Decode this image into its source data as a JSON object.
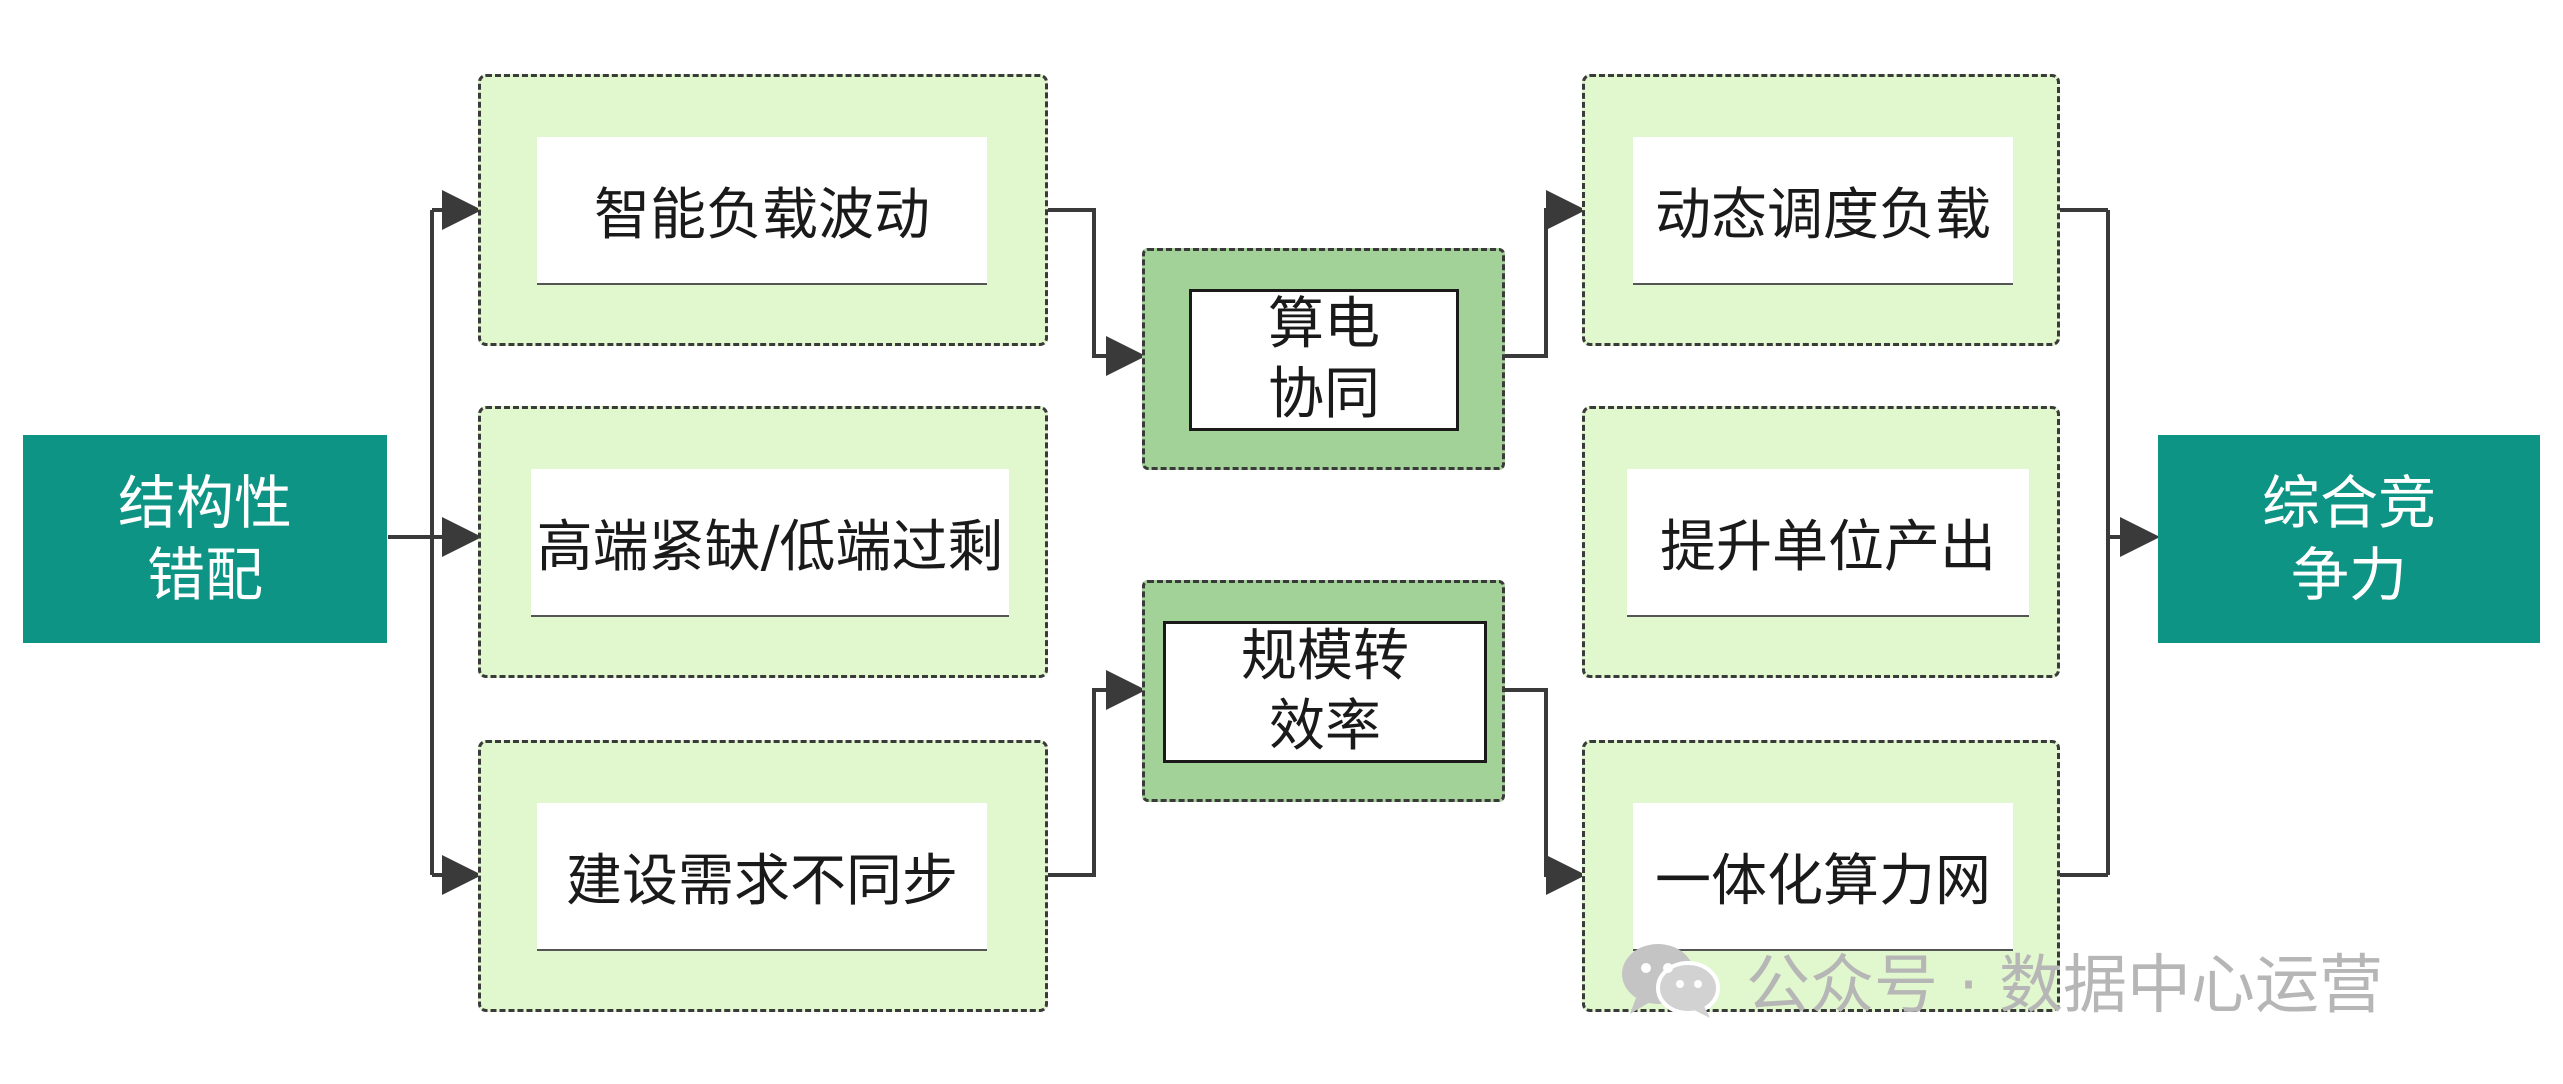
{
  "left_box": {
    "line1": "结构性",
    "line2": "错配"
  },
  "right_box": {
    "line1": "综合竞",
    "line2": "争力"
  },
  "cause_cards": [
    {
      "label": "智能负载波动"
    },
    {
      "label": "高端紧缺/低端过剩"
    },
    {
      "label": "建设需求不同步"
    }
  ],
  "mid_boxes": [
    {
      "line1": "算电",
      "line2": "协同"
    },
    {
      "line1": "规模转",
      "line2": "效率"
    }
  ],
  "effect_cards": [
    {
      "label": "动态调度负载"
    },
    {
      "label": "提升单位产出"
    },
    {
      "label": "一体化算力网"
    }
  ],
  "watermark": {
    "text": "公众号 · 数据中心运营"
  },
  "colors": {
    "teal": "#0d9484",
    "card_green": "#e1f8cf",
    "mid_green": "#a2d298",
    "line": "#3a3a3a"
  }
}
